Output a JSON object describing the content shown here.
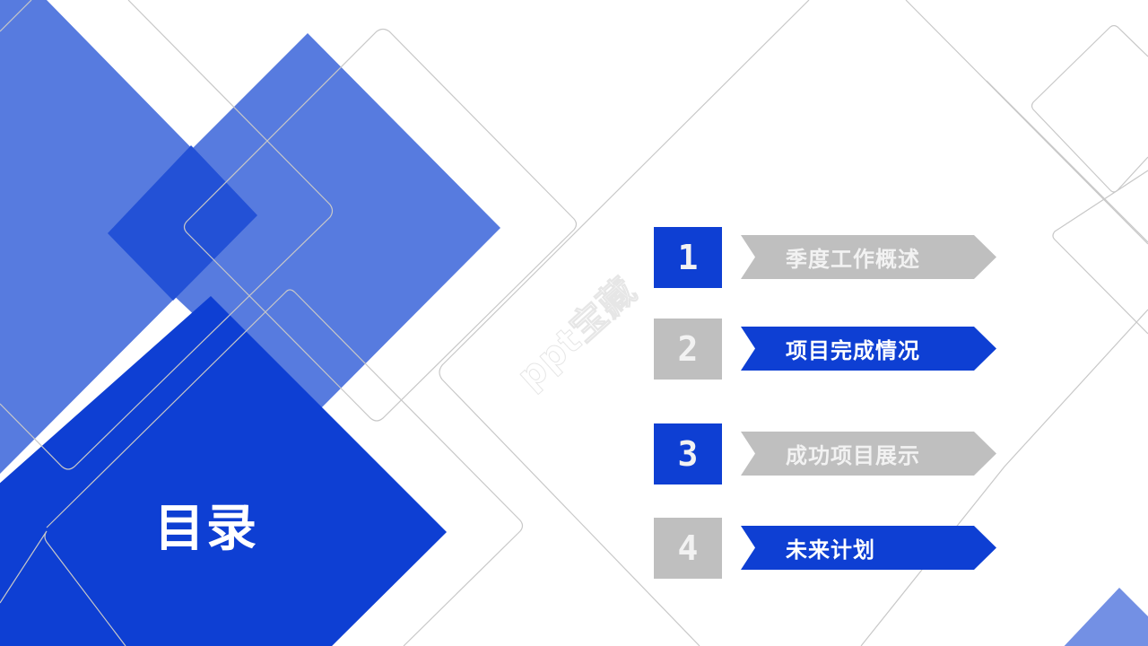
{
  "slide": {
    "title": "目录",
    "watermark": "ppt宝藏",
    "colors": {
      "primary_blue": "#0e3fd3",
      "light_blue": "#577bdf",
      "overlap_blue": "#2351d6",
      "accent_light": "#7390e4",
      "gray": "#bfbfbf",
      "outline_gray": "#c8c8c8"
    }
  },
  "toc": {
    "items": [
      {
        "number": "1",
        "label": "季度工作概述",
        "number_style": "blue",
        "banner_style": "gray"
      },
      {
        "number": "2",
        "label": "项目完成情况",
        "number_style": "gray",
        "banner_style": "blue"
      },
      {
        "number": "3",
        "label": "成功项目展示",
        "number_style": "blue",
        "banner_style": "gray"
      },
      {
        "number": "4",
        "label": "未来计划",
        "number_style": "gray",
        "banner_style": "blue"
      }
    ]
  }
}
